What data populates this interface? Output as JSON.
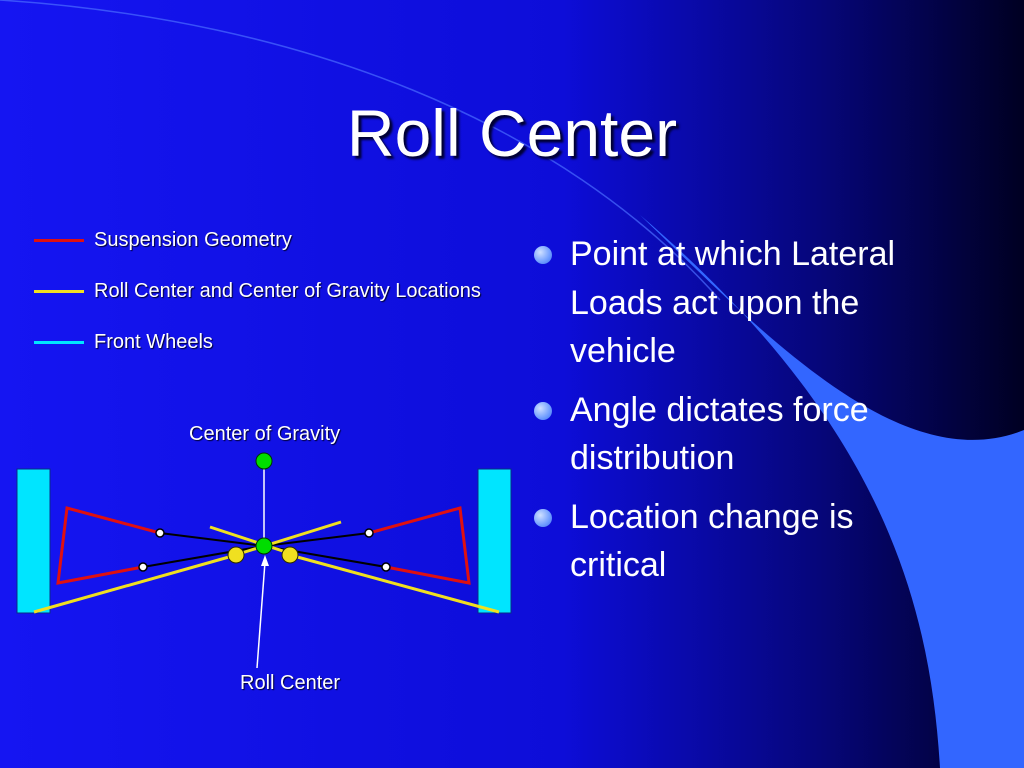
{
  "slide": {
    "title": "Roll Center"
  },
  "legend": [
    {
      "label": "Suspension Geometry",
      "color": "#e01010"
    },
    {
      "label": "Roll Center and Center of Gravity Locations",
      "color": "#f0e020"
    },
    {
      "label": "Front Wheels",
      "color": "#00e5ff"
    }
  ],
  "bullets": [
    "Point at which Lateral Loads act upon the vehicle",
    "Angle dictates force distribution",
    "Location change is critical"
  ],
  "diagram": {
    "cog_label": "Center of Gravity",
    "roll_center_label": "Roll Center"
  },
  "colors": {
    "background": "#1010ee",
    "swoosh": "#3366ff",
    "wheel": "#00e5ff",
    "suspension": "#e01010",
    "locations": "#f0e020",
    "cog_point": "#00dd00"
  }
}
